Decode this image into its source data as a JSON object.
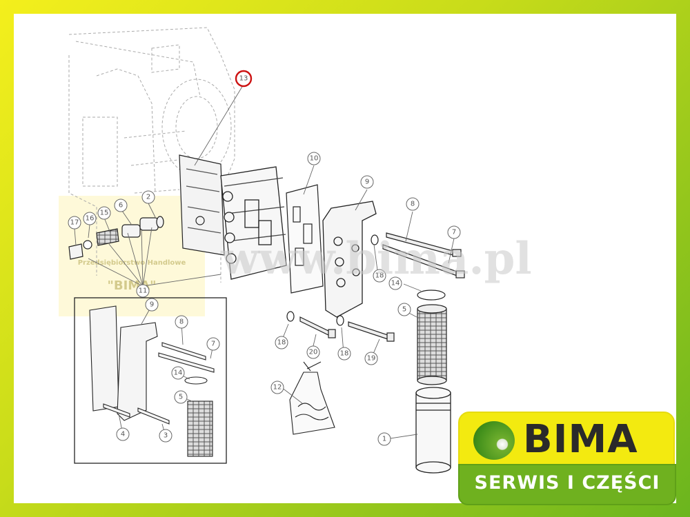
{
  "watermark": {
    "text": "www.bima.pl"
  },
  "stamp": {
    "line1": "Przedsiębiorstwo Handlowe",
    "line2": "\"BIMA\""
  },
  "logo": {
    "brand": "BIMA",
    "tagline": "SERWIS I CZĘŚCI"
  },
  "callouts": [
    {
      "label": "13",
      "highlight": true
    },
    {
      "label": "10"
    },
    {
      "label": "9"
    },
    {
      "label": "8"
    },
    {
      "label": "7"
    },
    {
      "label": "2"
    },
    {
      "label": "6"
    },
    {
      "label": "15"
    },
    {
      "label": "16"
    },
    {
      "label": "17"
    },
    {
      "label": "11"
    },
    {
      "label": "18"
    },
    {
      "label": "14"
    },
    {
      "label": "5"
    },
    {
      "label": "18"
    },
    {
      "label": "20"
    },
    {
      "label": "18"
    },
    {
      "label": "19"
    },
    {
      "label": "12"
    },
    {
      "label": "1"
    },
    {
      "label": "9"
    },
    {
      "label": "8"
    },
    {
      "label": "7"
    },
    {
      "label": "14"
    },
    {
      "label": "5"
    },
    {
      "label": "4"
    },
    {
      "label": "3"
    }
  ],
  "colors": {
    "highlight": "#cc1111",
    "frame_yellow": "#f4ef1c",
    "frame_green": "#6bb51e",
    "logo_yellow": "#f3ea10",
    "logo_green": "#6fb11f"
  }
}
